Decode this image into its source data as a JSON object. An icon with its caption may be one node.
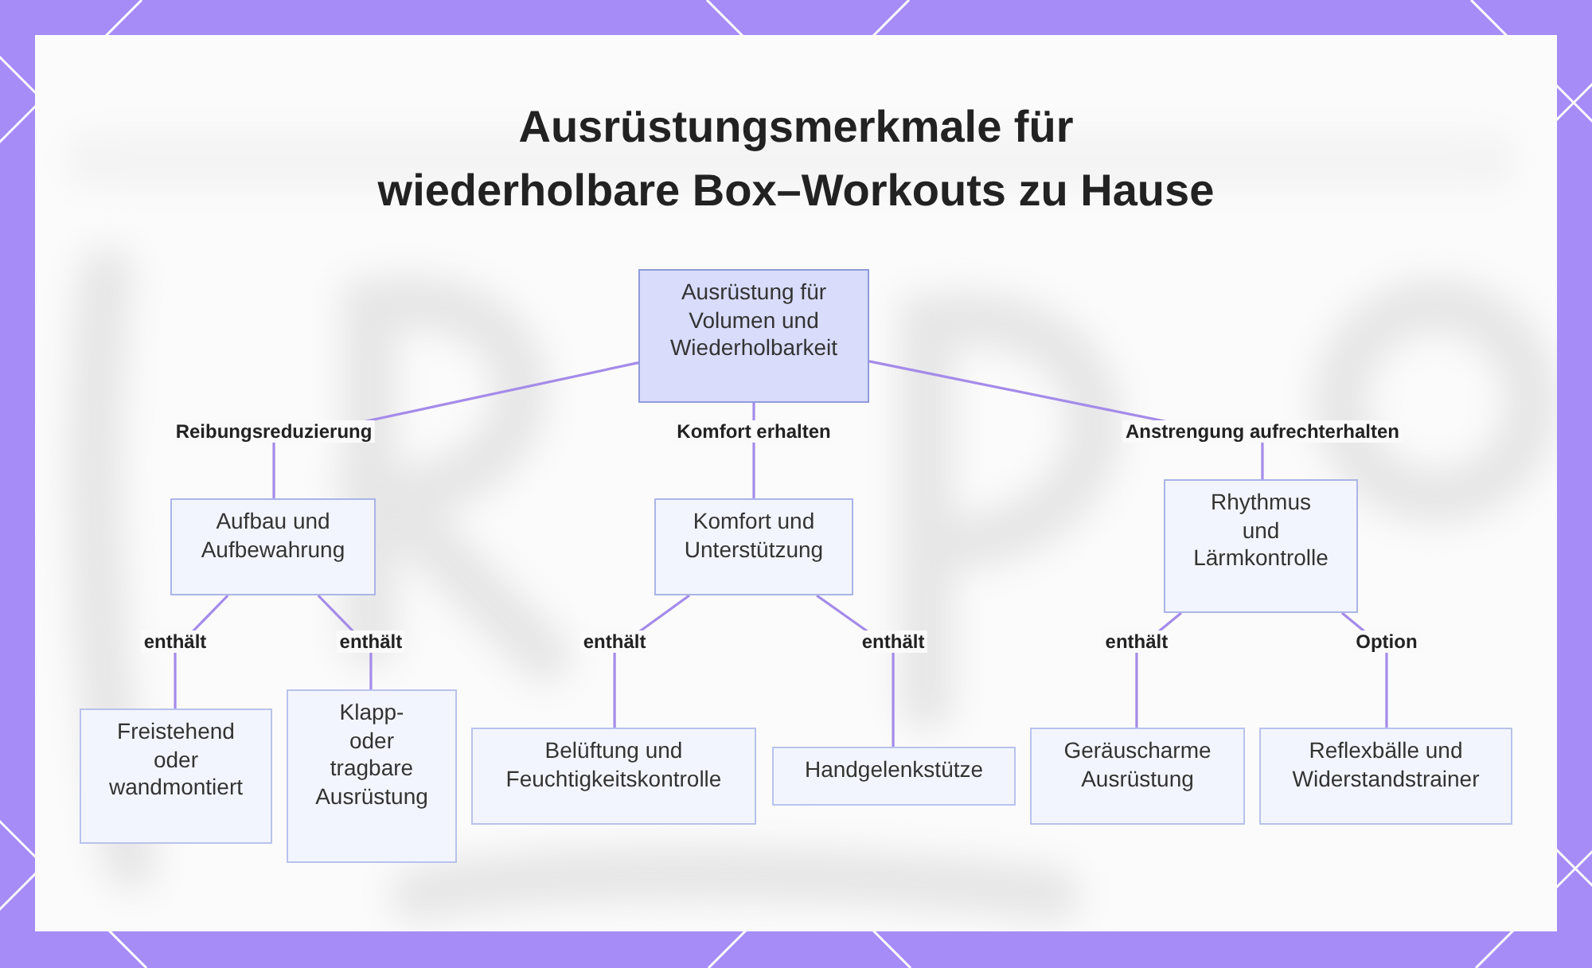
{
  "diagram": {
    "title": "Ausrüstungsmerkmale für wiederholbare Box–Workouts zu Hause",
    "nodes": [
      {
        "text": [
          "Ausrüstung für Volumen und Wiederholbarkeit"
        ]
      },
      {
        "text": [
          "Aufbau und Aufbewahrung"
        ]
      },
      {
        "text": [
          "Komfort und Unterstützung"
        ]
      },
      {
        "text": [
          "Rhythmus und Lärmkontrolle"
        ]
      },
      {
        "text": [
          "Freistehend oder wandmontiert"
        ]
      },
      {
        "text": [
          "Klapp- oder tragbare Ausrüstung"
        ]
      },
      {
        "text": [
          "Belüftung und Feuchtigkeitskontrolle"
        ]
      },
      {
        "text": [
          "Handgelenkstütze"
        ]
      },
      {
        "text": [
          "Geräuscharme Ausrüstung"
        ]
      },
      {
        "text": [
          "Reflexbälle und Widerstandstrainer"
        ]
      }
    ],
    "edges": [
      {
        "from": 0,
        "to": 1,
        "arrow": "none",
        "label": "Reibungsreduzierung"
      },
      {
        "from": 0,
        "to": 2,
        "arrow": "none",
        "label": "Komfort erhalten"
      },
      {
        "from": 0,
        "to": 3,
        "arrow": "none",
        "label": "Anstrengung aufrechterhalten"
      },
      {
        "from": 1,
        "to": 4,
        "arrow": "none",
        "label": "enthält"
      },
      {
        "from": 1,
        "to": 5,
        "arrow": "none",
        "label": "enthält"
      },
      {
        "from": 2,
        "to": 6,
        "arrow": "none",
        "label": "enthält"
      },
      {
        "from": 2,
        "to": 7,
        "arrow": "none",
        "label": "enthält"
      },
      {
        "from": 3,
        "to": 8,
        "arrow": "none",
        "label": "enthält"
      },
      {
        "from": 3,
        "to": 9,
        "arrow": "none",
        "label": "Option"
      }
    ]
  }
}
